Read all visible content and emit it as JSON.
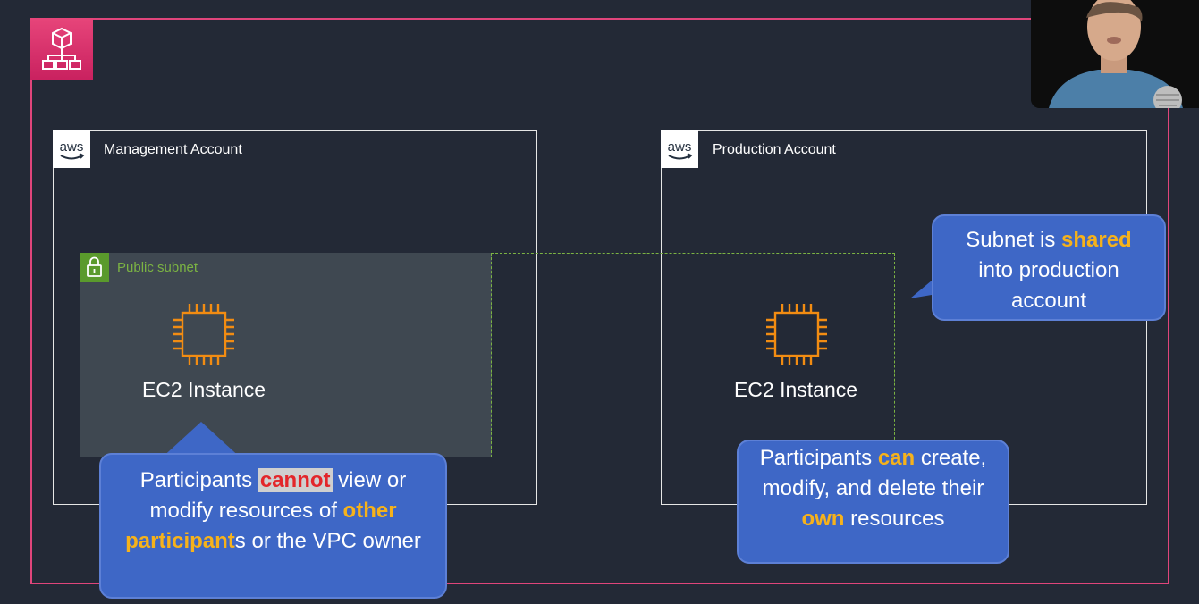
{
  "accounts": {
    "management": {
      "label": "Management Account"
    },
    "production": {
      "label": "Production Account"
    }
  },
  "aws_logo_text": "aws",
  "subnet": {
    "label": "Public subnet"
  },
  "ec2": {
    "left_label": "EC2 Instance",
    "right_label": "EC2 Instance"
  },
  "callouts": {
    "shared": {
      "part1": "Subnet is ",
      "highlight": "shared",
      "part2": " into production account"
    },
    "cannot": {
      "part1": "Participants ",
      "highlight_red": "cannot",
      "part2": " view or modify resources of ",
      "highlight": "other participant",
      "part3": "s or the VPC owner"
    },
    "can": {
      "part1": "Participants ",
      "highlight1": "can",
      "part2": " create, modify, and delete their ",
      "highlight2": "own",
      "part3": " resources"
    }
  },
  "colors": {
    "background": "#232936",
    "org_border": "#e0457b",
    "subnet_green": "#7bb343",
    "ec2_orange": "#f28c12",
    "callout_blue": "#3e67c6",
    "highlight_yellow": "#f6b21b",
    "highlight_red": "#e3262a"
  },
  "icons": [
    "organization-icon",
    "aws-logo-icon",
    "lock-icon",
    "ec2-chip-icon"
  ]
}
